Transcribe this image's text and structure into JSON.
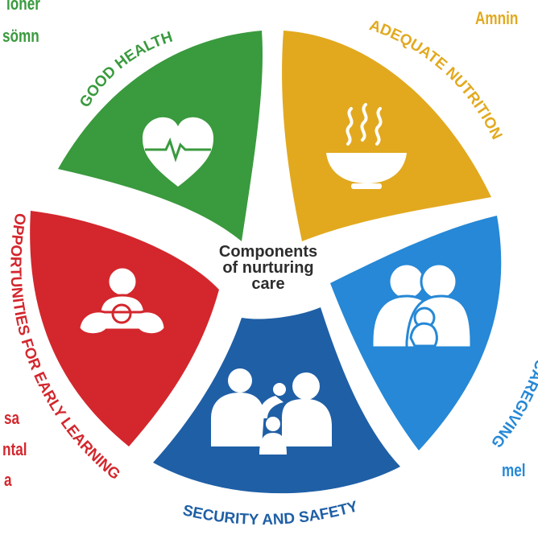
{
  "diagram": {
    "center": [
      "Components",
      "of nurturing",
      "care"
    ],
    "components": [
      {
        "label": "GOOD HEALTH",
        "color": "#3a9a3e",
        "icon": "heart-pulse-icon"
      },
      {
        "label": "ADEQUATE NUTRITION",
        "color": "#e2a91f",
        "icon": "soup-bowl-icon"
      },
      {
        "label": "RESPONSIVE CAREGIVING",
        "color": "#2688d6",
        "icon": "parents-holding-baby-icon"
      },
      {
        "label": "SECURITY AND SAFETY",
        "color": "#1f5fa6",
        "icon": "family-shelter-icon"
      },
      {
        "label": "OPPORTUNITIES FOR EARLY LEARNING",
        "color": "#d3272d",
        "icon": "child-playing-icon"
      }
    ]
  },
  "background_text": {
    "top_left": [
      "ioner",
      "sömn"
    ],
    "top_right": "Amnin",
    "bottom_left": [
      "sa",
      "ntal",
      "a"
    ],
    "bottom_right": "mel"
  }
}
